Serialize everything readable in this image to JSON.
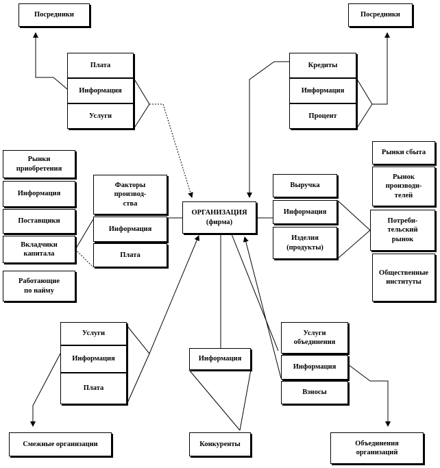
{
  "boxes": {
    "posredniki_left": "Посредники",
    "posredniki_right": "Посредники",
    "plata_top": "Плата",
    "info_top_left": "Информация",
    "uslugi_top": "Услуги",
    "kredity": "Кредиты",
    "info_top_right": "Информация",
    "procent": "Процент",
    "rynki_priobreteniya": "Рынки\nприобретения",
    "info_left": "Информация",
    "postavshchiki": "Поставщики",
    "vkladchiki": "Вкладчики\nкапитала",
    "rabotayushchie": "Работающие\nпо найму",
    "faktory": "Факторы\nпроизвод-\nства",
    "info_factors": "Информация",
    "plata_factors": "Плата",
    "organizaciya": "ОРГАНИЗАЦИЯ\n(фирма)",
    "vyruchka": "Выручка",
    "info_sales": "Информация",
    "izdeliya": "Изделия\n(продукты)",
    "rynok_sbyta": "Рынки сбыта",
    "rynok_proizvoditeley": "Рынок\nпроизводи-\nтелей",
    "potrebitelskiy": "Потреби-\nтельский\nрынок",
    "obshchestvennye": "Общественные\nинституты",
    "uslugi_bottom": "Услуги",
    "info_bottom_left": "Информация",
    "plata_bottom": "Плата",
    "smezhnye": "Смежные организации",
    "info_competitors": "Информация",
    "konkurenty": "Конкуренты",
    "uslugi_obedineniya": "Услуги\nобъединения",
    "info_bottom_right": "Информация",
    "vznosy": "Взносы",
    "obedineniya": "Объединения\nорганизаций"
  }
}
